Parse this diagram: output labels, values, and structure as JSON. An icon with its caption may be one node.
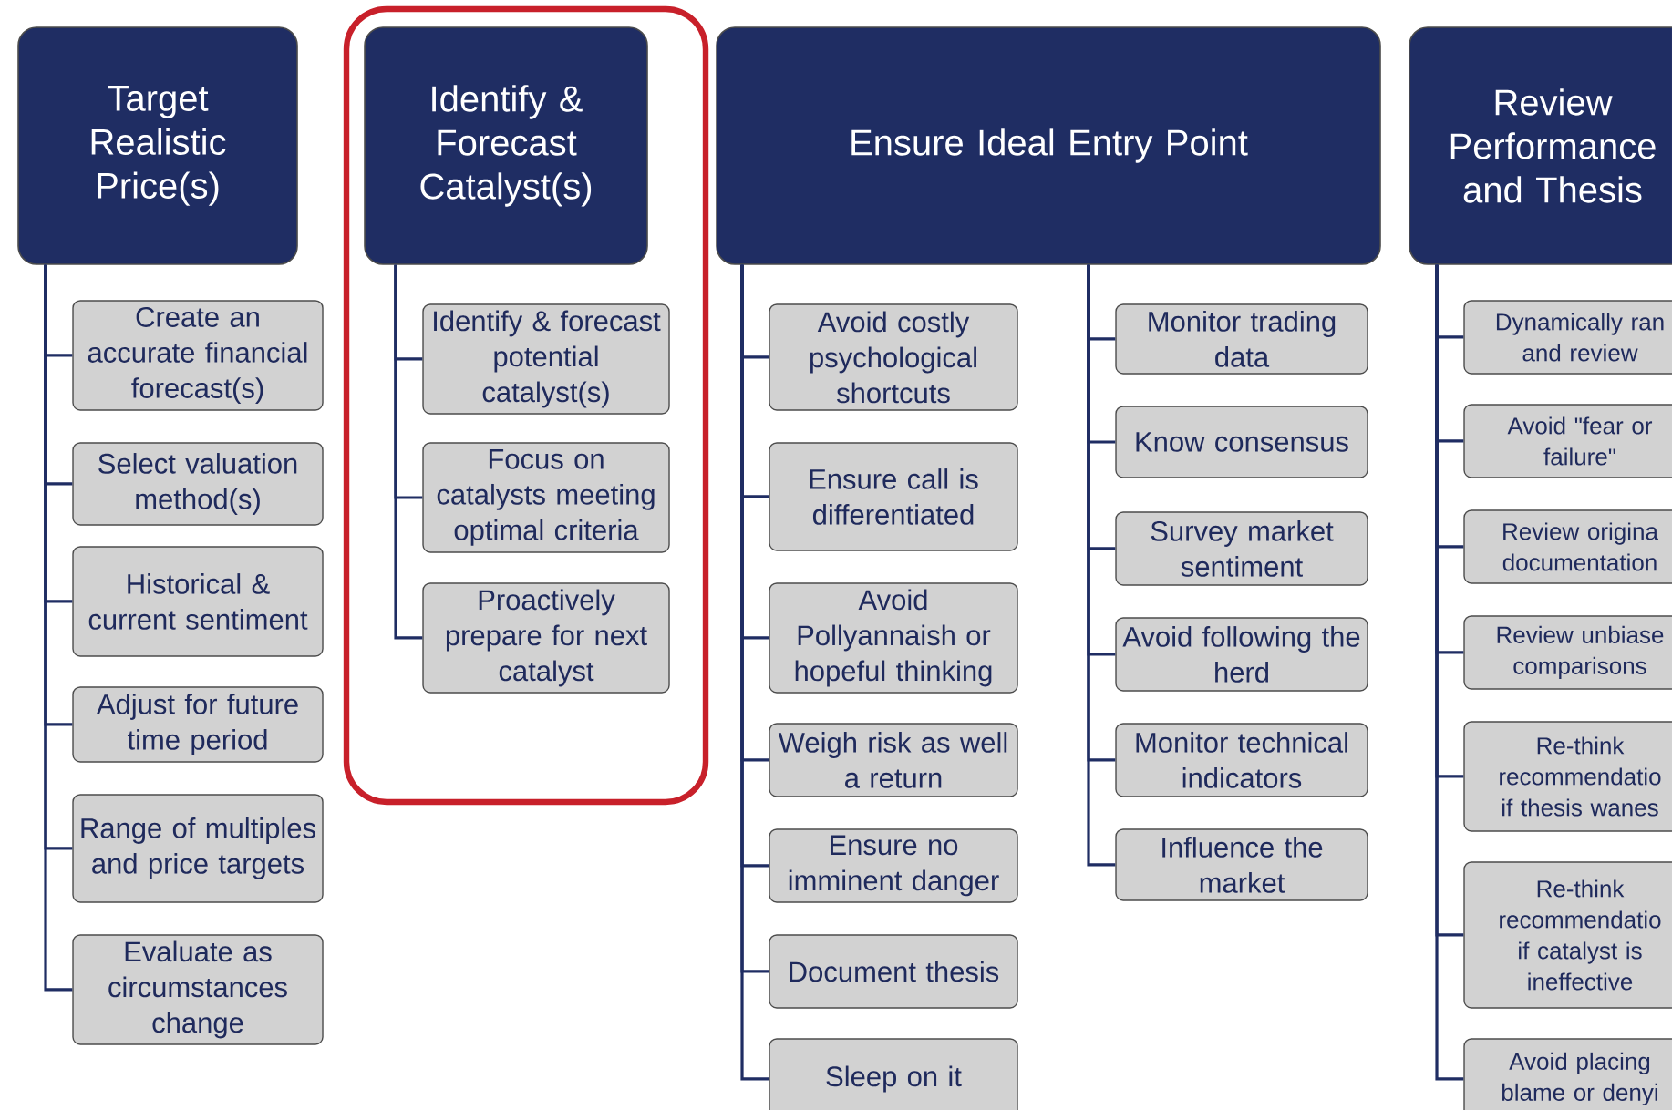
{
  "diagram": {
    "nodes": [
      {
        "text": [],
        "shape": "box"
      },
      {
        "text": [
          "Target Realistic Price(s)"
        ]
      },
      {
        "text": [
          "Create an accurate financial forecast(s)"
        ]
      },
      {
        "text": [
          "Select valuation method(s)"
        ]
      },
      {
        "text": [
          "Historical & current sentiment"
        ]
      },
      {
        "text": [
          "Adjust for future time period"
        ]
      },
      {
        "text": [
          "Range of multiples and price targets"
        ]
      },
      {
        "text": [
          "Evaluate as circumstances change"
        ]
      },
      {
        "text": [
          "Identify & Forecast Catalyst(s)"
        ],
        "in": 0
      },
      {
        "text": [
          "Identify & forecast potential catalyst(s)"
        ],
        "in": 0
      },
      {
        "text": [
          "Focus on catalysts meeting optimal criteria"
        ],
        "in": 0
      },
      {
        "text": [
          "Proactively prepare for next catalyst"
        ],
        "in": 0
      },
      {
        "text": [
          "Ensure Ideal Entry Point"
        ]
      },
      {
        "text": [
          "Avoid costly psychological shortcuts"
        ]
      },
      {
        "text": [
          "Ensure call is differentiated"
        ]
      },
      {
        "text": [
          "Avoid Pollyannaish or hopeful thinking"
        ]
      },
      {
        "text": [
          "Weigh risk as well a return"
        ]
      },
      {
        "text": [
          "Ensure no imminent danger"
        ]
      },
      {
        "text": [
          "Document thesis"
        ]
      },
      {
        "text": [
          "Sleep on it"
        ]
      },
      {
        "text": [
          "Monitor trading data"
        ]
      },
      {
        "text": [
          "Know consensus"
        ]
      },
      {
        "text": [
          "Survey market sentiment"
        ]
      },
      {
        "text": [
          "Avoid following the herd"
        ]
      },
      {
        "text": [
          "Monitor technical indicators"
        ]
      },
      {
        "text": [
          "Influence the market"
        ]
      },
      {
        "text": [
          "Review Performance and Thesis"
        ]
      },
      {
        "text": [
          "Dynamically ran and review"
        ]
      },
      {
        "text": [
          "Avoid \"fear or failure\""
        ]
      },
      {
        "text": [
          "Review origina documentation"
        ]
      },
      {
        "text": [
          "Review unbiase comparisons"
        ]
      },
      {
        "text": [
          "Re-think recommendatio if thesis wanes"
        ]
      },
      {
        "text": [
          "Re-think recommendatio if catalyst is ineffective"
        ]
      },
      {
        "text": [
          "Avoid placing blame or denyi"
        ]
      }
    ],
    "edges": [
      {
        "from": 1,
        "to": 2,
        "arrow": "none"
      },
      {
        "from": 1,
        "to": 3,
        "arrow": "none"
      },
      {
        "from": 1,
        "to": 4,
        "arrow": "none"
      },
      {
        "from": 1,
        "to": 5,
        "arrow": "none"
      },
      {
        "from": 1,
        "to": 6,
        "arrow": "none"
      },
      {
        "from": 1,
        "to": 7,
        "arrow": "none"
      },
      {
        "from": 8,
        "to": 9,
        "arrow": "none"
      },
      {
        "from": 8,
        "to": 10,
        "arrow": "none"
      },
      {
        "from": 8,
        "to": 11,
        "arrow": "none"
      },
      {
        "from": 12,
        "to": 13,
        "arrow": "none"
      },
      {
        "from": 12,
        "to": 14,
        "arrow": "none"
      },
      {
        "from": 12,
        "to": 15,
        "arrow": "none"
      },
      {
        "from": 12,
        "to": 16,
        "arrow": "none"
      },
      {
        "from": 12,
        "to": 17,
        "arrow": "none"
      },
      {
        "from": 12,
        "to": 18,
        "arrow": "none"
      },
      {
        "from": 12,
        "to": 19,
        "arrow": "none"
      },
      {
        "from": 12,
        "to": 20,
        "arrow": "none"
      },
      {
        "from": 12,
        "to": 21,
        "arrow": "none"
      },
      {
        "from": 12,
        "to": 22,
        "arrow": "none"
      },
      {
        "from": 12,
        "to": 23,
        "arrow": "none"
      },
      {
        "from": 12,
        "to": 24,
        "arrow": "none"
      },
      {
        "from": 12,
        "to": 25,
        "arrow": "none"
      },
      {
        "from": 26,
        "to": 27,
        "arrow": "none"
      },
      {
        "from": 26,
        "to": 28,
        "arrow": "none"
      },
      {
        "from": 26,
        "to": 29,
        "arrow": "none"
      },
      {
        "from": 26,
        "to": 30,
        "arrow": "none"
      },
      {
        "from": 26,
        "to": 31,
        "arrow": "none"
      },
      {
        "from": 26,
        "to": 32,
        "arrow": "none"
      },
      {
        "from": 26,
        "to": 33,
        "arrow": "none"
      }
    ]
  }
}
